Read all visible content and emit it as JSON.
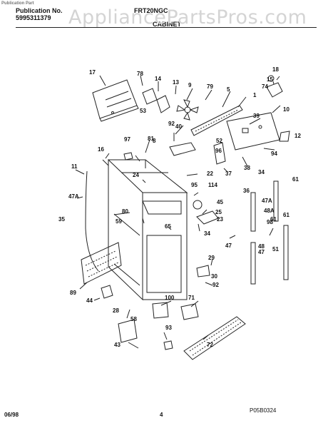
{
  "header": {
    "cut_line": "Publication Part",
    "publication_label": "Publication No.",
    "publication_number": "5995311379",
    "model": "FRT20NGC",
    "section": "CABINET"
  },
  "watermark": "AppliancePartsPros.com",
  "footer": {
    "date": "06/98",
    "page": "4"
  },
  "diagram": {
    "drawing_code": "P05B0324",
    "callouts": [
      "17",
      "78",
      "14",
      "13",
      "9",
      "79",
      "5",
      "18",
      "15",
      "74",
      "1",
      "10",
      "39",
      "40",
      "92",
      "53",
      "8",
      "97",
      "81",
      "16",
      "52",
      "94",
      "12",
      "96",
      "38",
      "11",
      "24",
      "22",
      "37",
      "95",
      "114",
      "34",
      "61",
      "47A",
      "45",
      "36",
      "47A",
      "48A",
      "80",
      "25",
      "35",
      "23",
      "34",
      "59",
      "65",
      "98",
      "61",
      "47",
      "48",
      "47",
      "51",
      "29",
      "30",
      "92",
      "61",
      "89",
      "44",
      "100",
      "71",
      "28",
      "93",
      "58",
      "43",
      "72"
    ]
  }
}
